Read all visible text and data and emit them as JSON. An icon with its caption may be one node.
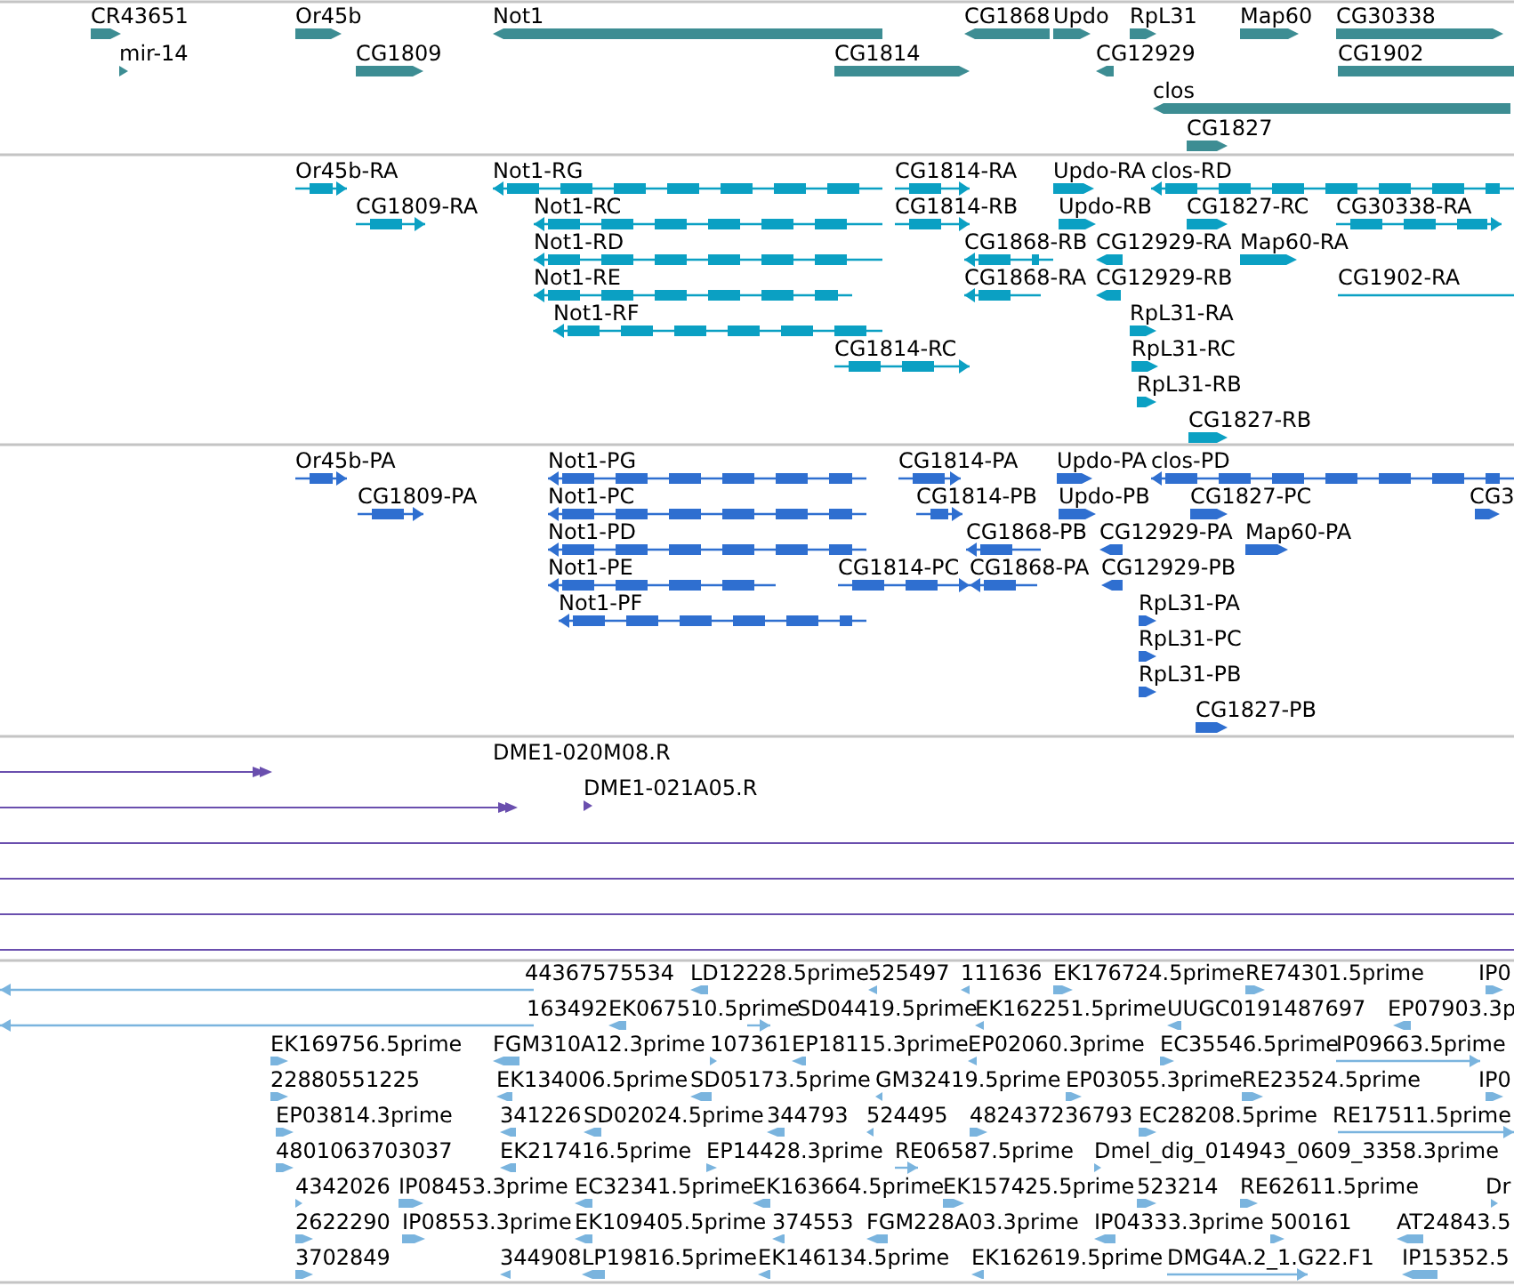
{
  "diagram": {
    "labels": [
      "CR43651",
      "Or45b",
      "Not1",
      "CG1868",
      "Updo",
      "RpL31",
      "Map60",
      "CG30338",
      "mir-14",
      "CG1809",
      "CG1814",
      "CG12929",
      "CG1902",
      "clos",
      "CG1827",
      "Or45b-RA",
      "Not1-RG",
      "CG1814-RA",
      "Updo-RA",
      "clos-RD",
      "CG1809-RA",
      "Not1-RC",
      "CG1814-RB",
      "Updo-RB",
      "CG1827-RC",
      "CG30338-RA",
      "Not1-RD",
      "CG1868-RB",
      "CG12929-RA",
      "Map60-RA",
      "Not1-RE",
      "CG1868-RA",
      "CG12929-RB",
      "CG1902-RA",
      "Not1-RF",
      "RpL31-RA",
      "CG1814-RC",
      "RpL31-RC",
      "RpL31-RB",
      "CG1827-RB",
      "Or45b-PA",
      "Not1-PG",
      "CG1814-PA",
      "Updo-PA",
      "clos-PD",
      "CG1809-PA",
      "Not1-PC",
      "CG1814-PB",
      "Updo-PB",
      "CG1827-PC",
      "CG3",
      "Not1-PD",
      "CG1868-PB",
      "CG12929-PA",
      "Map60-PA",
      "Not1-PE",
      "CG1814-PC",
      "CG1868-PA",
      "CG12929-PB",
      "Not1-PF",
      "RpL31-PA",
      "RpL31-PC",
      "RpL31-PB",
      "CG1827-PB",
      "DME1-020M08.R",
      "DME1-021A05.R",
      "44367575534",
      "LD12228.5prime",
      "525497",
      "111636",
      "EK176724.5prime",
      "RE74301.5prime",
      "IP0",
      "163492",
      "EK067510.5prime",
      "SD04419.5prime",
      "EK162251.5prime",
      "UUGC0191487697",
      "EP07903.3p",
      "EK169756.5prime",
      "FGM310A12.3prime",
      "107361",
      "EP18115.3prime",
      "EP02060.3prime",
      "EC35546.5prime",
      "IP09663.5prime",
      "22880551225",
      "EK134006.5prime",
      "SD05173.5prime",
      "GM32419.5prime",
      "EP03055.3prime",
      "RE23524.5prime",
      "IP0",
      "EP03814.3prime",
      "341226",
      "SD02024.5prime",
      "344793",
      "524495",
      "482437236793",
      "EC28208.5prime",
      "RE17511.5prime",
      "4801063703037",
      "EK217416.5prime",
      "EP14428.3prime",
      "RE06587.5prime",
      "Dmel_dig_014943_0609_3358.3prime",
      "4342026",
      "IP08453.3prime",
      "EC32341.5prime",
      "EK163664.5prime",
      "EK157425.5prime",
      "523214",
      "RE62611.5prime",
      "Dr",
      "2622290",
      "IP08553.3prime",
      "EK109405.5prime",
      "374553",
      "FGM228A03.3prime",
      "IP04333.3prime",
      "500161",
      "AT24843.5",
      "3702849",
      "344908",
      "LP19816.5prime",
      "EK146134.5prime",
      "EK162619.5prime",
      "DMG4A.2_1.G22.F1",
      "IP15352.5"
    ]
  }
}
